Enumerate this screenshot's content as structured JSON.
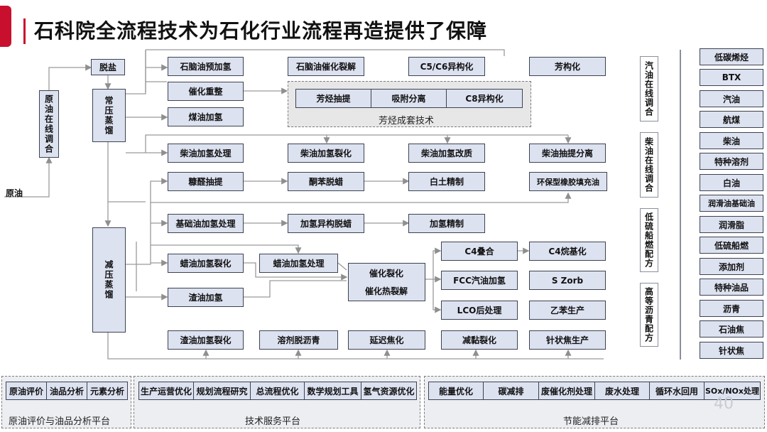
{
  "title": "石科院全流程技术为石化行业流程再造提供了保障",
  "input_label": "原油",
  "crude_blending": "原油在线调合",
  "desalt": "脱盐",
  "atm": "常压蒸馏",
  "vac": "减压蒸馏",
  "row1": [
    "石脑油预加氢",
    "石脑油催化裂解",
    "C5/C6异构化",
    "芳构化"
  ],
  "reform": "催化重整",
  "kero": "煤油加氢",
  "aromatics_group": {
    "items": [
      "芳烃抽提",
      "吸附分离",
      "C8异构化"
    ],
    "label": "芳烃成套技术"
  },
  "diesel_row": [
    "柴油加氢处理",
    "柴油加氢裂化",
    "柴油加氢改质",
    "柴油抽提分离"
  ],
  "lube_row": [
    "糠醛抽提",
    "酮苯脱蜡",
    "白土精制",
    "环保型橡胶填充油"
  ],
  "base_row": [
    "基础油加氢处理",
    "加氢异构脱蜡",
    "加氢精制"
  ],
  "wax_crack": "蜡油加氢裂化",
  "wax_treat": "蜡油加氢处理",
  "resid_hydro": "渣油加氢",
  "fcc": {
    "line1": "催化裂化",
    "line2": "催化热裂解"
  },
  "fcc_outputs": [
    "C4叠合",
    "FCC汽油加氢",
    "LCO后处理"
  ],
  "fcc_outputs_right": [
    "C4烷基化",
    "S Zorb",
    "乙苯生产"
  ],
  "bottom_row": [
    "渣油加氢裂化",
    "溶剂脱沥青",
    "延迟焦化",
    "减黏裂化",
    "针状焦生产"
  ],
  "blending_labels": [
    "汽油在线调合",
    "柴油在线调合",
    "低硫船燃配方",
    "高等沥青配方"
  ],
  "products": [
    "低碳烯烃",
    "BTX",
    "汽油",
    "航煤",
    "柴油",
    "特种溶剂",
    "白油",
    "润滑油基础油",
    "润滑脂",
    "低硫船燃",
    "添加剂",
    "特种油品",
    "沥青",
    "石油焦",
    "针状焦"
  ],
  "platforms": [
    {
      "label": "原油评价与油品分析平台",
      "items": [
        "原油评价",
        "油品分析",
        "元素分析"
      ]
    },
    {
      "label": "技术服务平台",
      "items": [
        "生产运营优化",
        "规划流程研究",
        "总流程优化",
        "数学规划工具",
        "氢气资源优化"
      ]
    },
    {
      "label": "节能减排平台",
      "items": [
        "能量优化",
        "碳减排",
        "废催化剂处理",
        "废水处理",
        "循环水回用",
        "SOx/NOx处理"
      ]
    }
  ],
  "page_number": "40",
  "colors": {
    "accent": "#c8102e",
    "box_fill": "#dde2f1",
    "box_border": "#3d4250",
    "line": "#9a9a9a"
  }
}
